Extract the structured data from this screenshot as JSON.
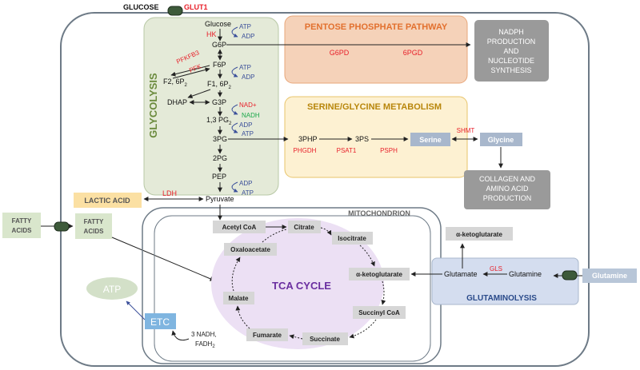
{
  "cell": {
    "glucose_out": "GLUCOSE",
    "glut1": "GLUT1",
    "fatty_acids_out": [
      "FATTY",
      "ACIDS"
    ],
    "fatty_acids_in": [
      "FATTY",
      "ACIDS"
    ],
    "glutamine_out": "Glutamine"
  },
  "glycolysis": {
    "title": "GLYCOLYSIS",
    "glucose": "Glucose",
    "hk": "HK",
    "atp1": "ATP",
    "adp1": "ADP",
    "g6p": "G6P",
    "pfkfb3": "PFKFB3",
    "pfk": "PFK",
    "f6p": "F6P",
    "atp2": "ATP",
    "adp2": "ADP",
    "f26p": "F2, 6P",
    "f26p_sub": "2",
    "f16p": "F1, 6P",
    "f16p_sub": "2",
    "dhap": "DHAP",
    "g3p": "G3P",
    "nad": "NAD+",
    "nadh": "NADH",
    "bpg": "1,3 PG",
    "bpg_sub": "2",
    "adp3": "ADP",
    "atp3": "ATP",
    "pg3": "3PG",
    "pg2": "2PG",
    "pep": "PEP",
    "adp4": "ADP",
    "atp4": "ATP",
    "pyruvate": "Pyruvate",
    "ldh": "LDH",
    "lactic_acid": "LACTIC ACID"
  },
  "ppp": {
    "title": "PENTOSE PHOSPHATE PATHWAY",
    "g6pd": "G6PD",
    "pgd": "6PGD",
    "output": [
      "NADPH",
      "PRODUCTION",
      "AND",
      "NUCLEOTIDE",
      "SYNTHESIS"
    ]
  },
  "serine": {
    "title": "SERINE/GLYCINE METABOLISM",
    "php": "3PHP",
    "ps": "3PS",
    "phgdh": "PHGDH",
    "psat1": "PSAT1",
    "psph": "PSPH",
    "serine": "Serine",
    "shmt": "SHMT",
    "glycine": "Glycine",
    "collagen": [
      "COLLAGEN AND",
      "AMINO ACID",
      "PRODUCTION"
    ]
  },
  "mito": {
    "title": "MITOCHONDRION",
    "tca": "TCA CYCLE",
    "acetyl": "Acetyl CoA",
    "citrate": "Citrate",
    "isocitrate": "Isocitrate",
    "akg": "α-ketoglutarate",
    "succoa": "Succinyl CoA",
    "succinate": "Succinate",
    "fumarate": "Fumarate",
    "malate": "Malate",
    "oxaloacetate": "Oxaloacetate",
    "etc": "ETC",
    "atp": "ATP",
    "nadh": "3 NADH,",
    "fadh": "FADH",
    "fadh_sub": "2"
  },
  "glutaminolysis": {
    "title": "GLUTAMINOLYSIS",
    "akg": "α-ketoglutarate",
    "glutamate": "Glutamate",
    "gls": "GLS",
    "glutamine": "Glutamine"
  },
  "colors": {
    "enzyme": "#e8202a",
    "cofactor": "#3a4f9a",
    "nadh": "#1aa84a",
    "glycolysis_fill": "#e4ead8",
    "orange_panel": "#f5d2b9",
    "tca_title": "#6a2ea0"
  }
}
